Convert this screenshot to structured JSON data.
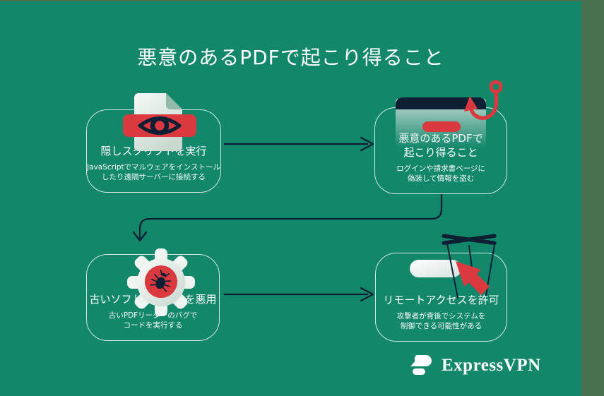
{
  "page": {
    "title": "悪意のあるPDFで起こり得ること"
  },
  "cards": [
    {
      "icon": "document-eye-icon",
      "title": "隠しスクリプトを実行",
      "desc1": "JavaScriptでマルウェアをインストール",
      "desc2": "したり遠隔サーバーに接続する"
    },
    {
      "icon": "browser-hook-icon",
      "title1": "悪意のあるPDFで",
      "title2": "起こり得ること",
      "desc1": "ログインや請求書ページに",
      "desc2": "偽装して情報を盗む"
    },
    {
      "icon": "gear-bug-icon",
      "title": "古いソフトの脆弱性を悪用",
      "desc1": "古いPDFリーダーのバグで",
      "desc2": "コードを実行する"
    },
    {
      "icon": "puppet-cursor-icon",
      "title": "リモートアクセスを許可",
      "desc1": "攻撃者が背後でシステムを",
      "desc2": "制御できる可能性がある"
    }
  ],
  "brand": {
    "name": "ExpressVPN"
  },
  "colors": {
    "background_teal": "#12876A",
    "edge_olive": "#47704F",
    "accent_red": "#DA3940",
    "ink_navy": "#0E1F33",
    "card_border": "#E9F1EE",
    "text": "#FFFFFF"
  }
}
